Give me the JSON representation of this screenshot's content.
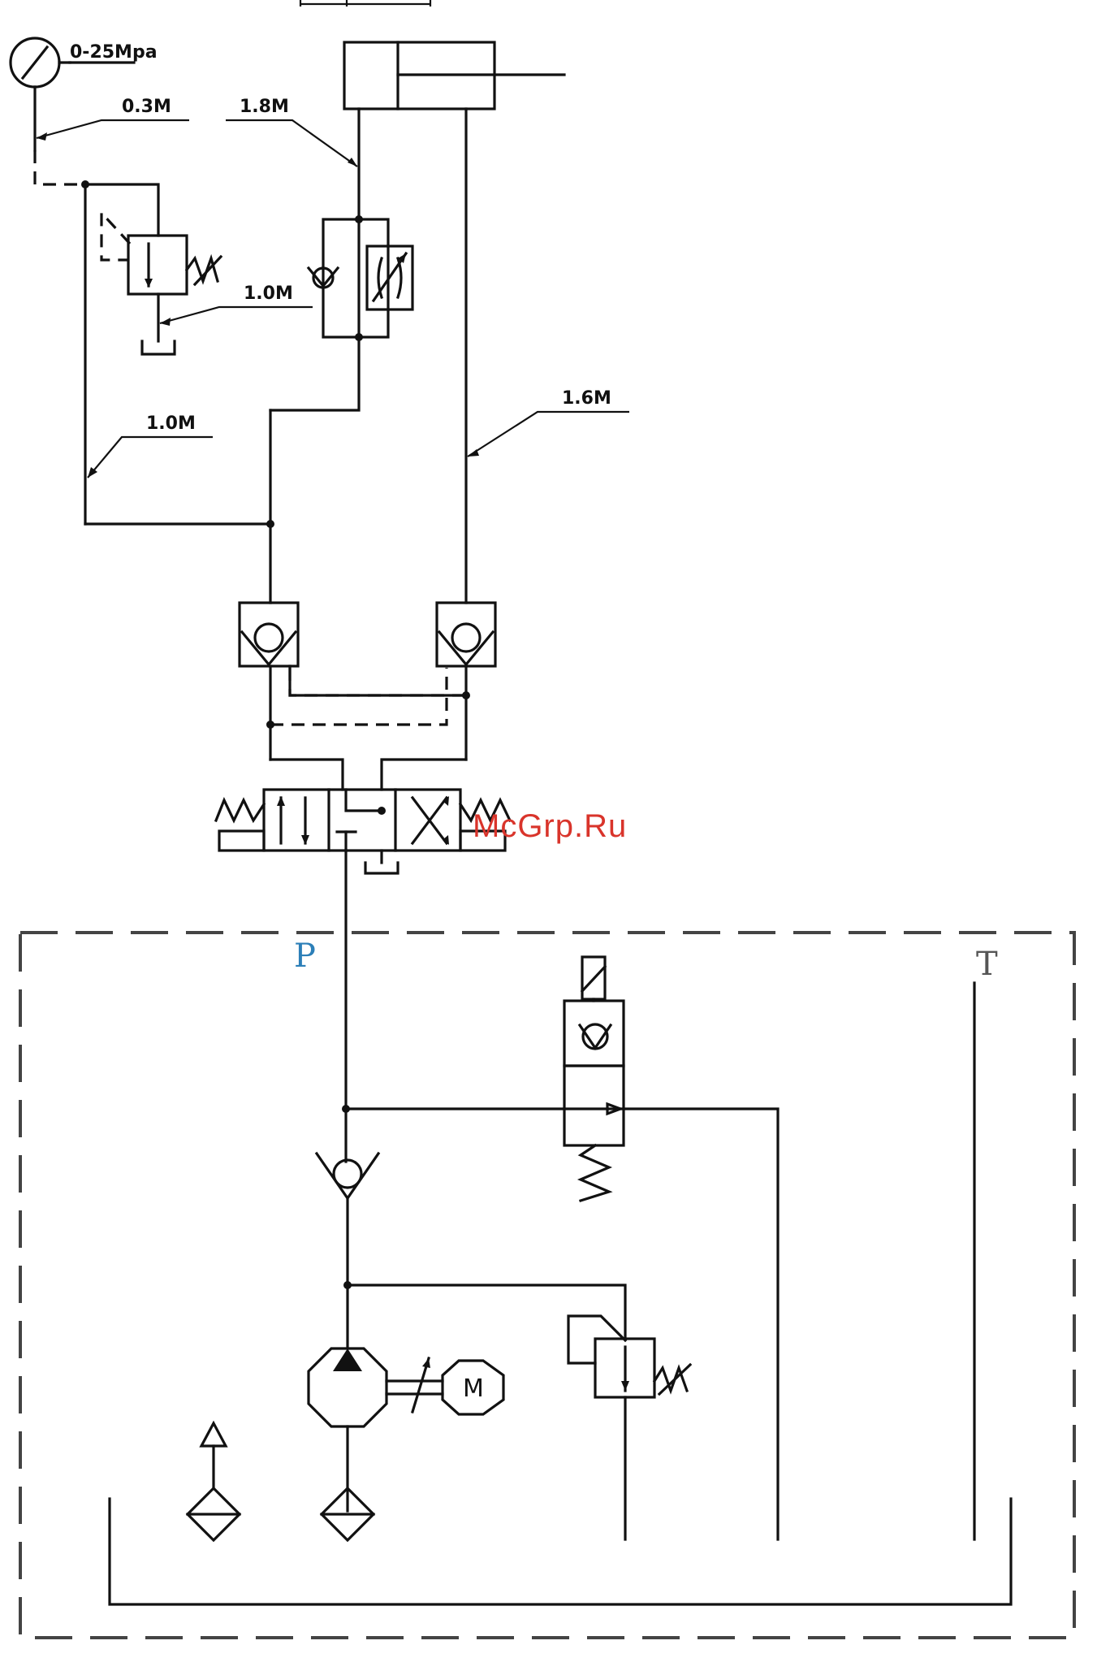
{
  "labels": {
    "gauge_range": "0-25Mpa",
    "hose_gauge": "0.3M",
    "hose_cyl_a": "1.8M",
    "hose_relief": "1.0M",
    "hose_left": "1.0M",
    "hose_cyl_b": "1.6M",
    "port_p": "P",
    "port_t": "T",
    "motor": "M"
  },
  "watermark": "McGrp.Ru",
  "colors": {
    "line": "#111111",
    "port_p": "#2c7fb8",
    "port_t": "#555555",
    "watermark": "#d9342b"
  }
}
